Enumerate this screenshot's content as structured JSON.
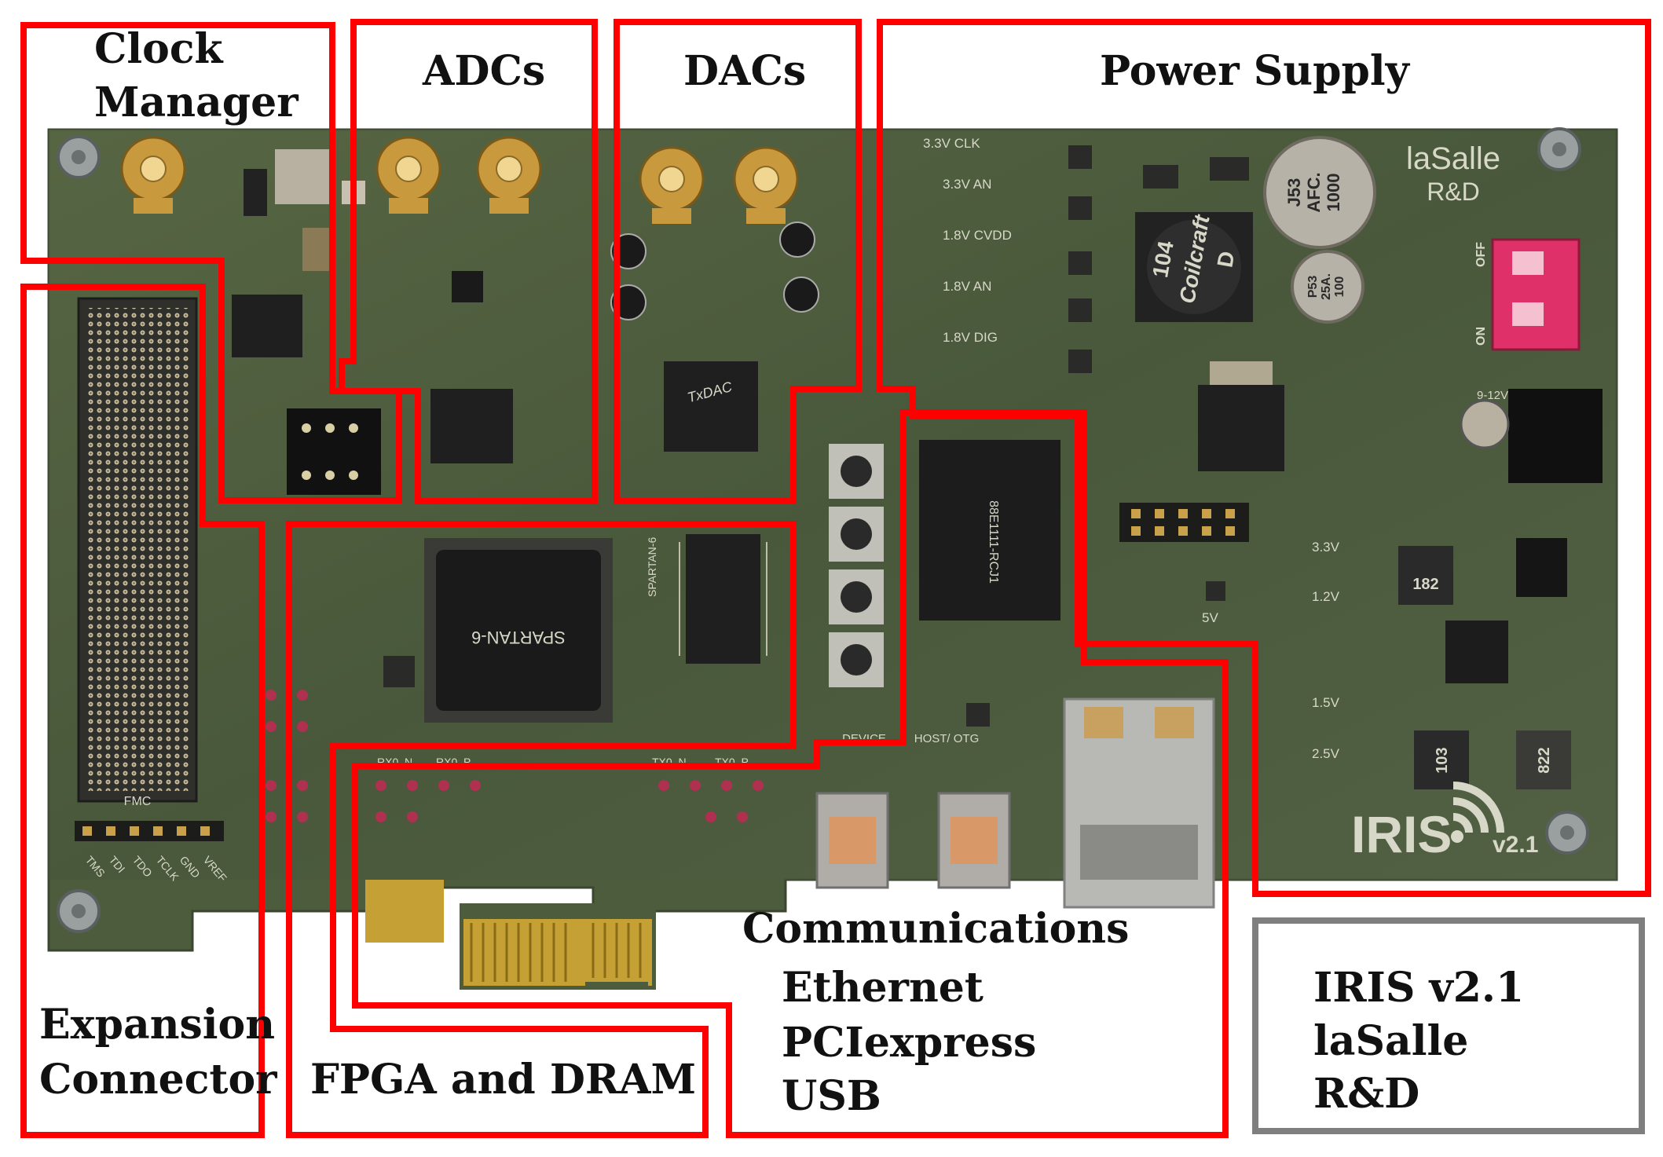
{
  "regions": {
    "clock_manager": {
      "line1": "Clock",
      "line2": "Manager",
      "color": "#ff0000"
    },
    "adcs": {
      "label": "ADCs",
      "color": "#ff0000"
    },
    "dacs": {
      "label": "DACs",
      "color": "#ff0000"
    },
    "power_supply": {
      "label": "Power Supply",
      "color": "#ff0000"
    },
    "expansion_connector": {
      "line1": "Expansion",
      "line2": "Connector",
      "color": "#ff0000"
    },
    "fpga_dram": {
      "label": "FPGA and DRAM",
      "color": "#ff0000"
    },
    "communications": {
      "title": "Communications",
      "items": [
        "Ethernet",
        "PCIexpress",
        "USB"
      ],
      "color": "#ff0000"
    }
  },
  "board_info": {
    "line1": "IRIS v2.1",
    "line2": "laSalle",
    "line3": "R&D",
    "border_color": "#7f7f7f"
  },
  "board": {
    "color": "#4a5a3a",
    "logo_brand": "laSalle",
    "logo_sub": "R&D",
    "iris_logo": "IRIS",
    "version": "v2.1",
    "chip_fpga": "SPARTAN-6",
    "chip_dac": "TxDAC",
    "chip_eth": "88E1111-RCJ1",
    "chip_marking_spartan": "SPARTAN-6",
    "inductor_main": "104",
    "inductor_brand": "Coilcraft",
    "inductor_d": "D",
    "cap_big": "1000",
    "cap_big_rating": "AFC.",
    "cap_big_code": "J53",
    "cap_small": "100",
    "cap_small_rating": "25A.",
    "cap_small_code": "P53",
    "inductor_small1": "182",
    "inductor_small2": "103",
    "inductor_small3": "822",
    "switch_off": "OFF",
    "switch_on": "ON",
    "rail_labels": [
      "3.3V CLK",
      "3.3V AN",
      "1.8V CVDD",
      "1.8V AN",
      "1.8V DIG"
    ],
    "rail_labels_right": [
      "3.3V",
      "1.2V",
      "5V",
      "1.5V",
      "2.5V"
    ],
    "conn_fmc": "FMC",
    "jtag_pins": [
      "TMS",
      "TDI",
      "TDO",
      "TCLK",
      "GND",
      "VREF"
    ],
    "usb_device": "DEVICE",
    "usb_host": "HOST/ OTG",
    "rx_labels": [
      "RX0_N",
      "RX0_P",
      "TX0_N",
      "TX0_P"
    ],
    "voltage_in": "9-12V"
  }
}
